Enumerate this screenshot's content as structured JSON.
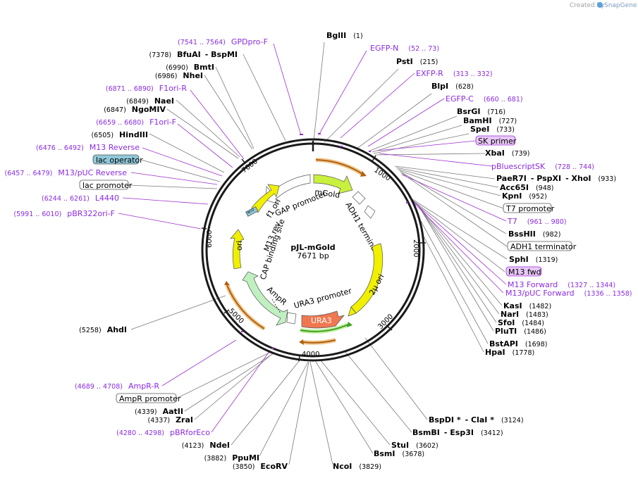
{
  "credit": {
    "created_by": "Created by",
    "brand": "SnapGene"
  },
  "plasmid": {
    "name": "pJL-mGold",
    "size": "7671 bp"
  },
  "ticks": [
    "1000",
    "2000",
    "3000",
    "4000",
    "5000",
    "6000",
    "7000"
  ],
  "features": {
    "mgold": "mGold",
    "gap_promoter": "GAP promoter",
    "adh1_terminator": "ADH1 terminator",
    "two_micron_ori": "2μ ori",
    "ura3_promoter": "URA3 promoter",
    "ura3": "URA3",
    "ampr": "AmpR",
    "ori": "ori",
    "cap_site": "CAP binding site",
    "m13_rev": "M13 rev",
    "f1_ori": "f1 ori",
    "lac_box": "lacO"
  },
  "right_labels": {
    "bglii": {
      "name": "BglII",
      "pos": "(1)"
    },
    "egfp_n": {
      "name": "EGFP-N",
      "pos": "(52 .. 73)"
    },
    "psti": {
      "name": "PstI",
      "pos": "(215)"
    },
    "exfp_r": {
      "name": "EXFP-R",
      "pos": "(313 .. 332)"
    },
    "blpi": {
      "name": "BlpI",
      "pos": "(628)"
    },
    "egfp_c": {
      "name": "EGFP-C",
      "pos": "(660 .. 681)"
    },
    "bsrgi": {
      "name": "BsrGI",
      "pos": "(716)"
    },
    "bamhi": {
      "name": "BamHI",
      "pos": "(727)"
    },
    "spei": {
      "name": "SpeI",
      "pos": "(733)"
    },
    "sk_primer": {
      "name": "SK primer"
    },
    "xbai": {
      "name": "XbaI",
      "pos": "(739)"
    },
    "pbluescriptsk": {
      "name": "pBluescriptSK",
      "pos": "(728 .. 744)"
    },
    "paer7i": {
      "name": "PaeR7I",
      "sep1": "- PspXI",
      "sep2": "- XhoI",
      "pos": "(933)"
    },
    "acc65i": {
      "name": "Acc65I",
      "pos": "(948)"
    },
    "kpni": {
      "name": "KpnI",
      "pos": "(952)"
    },
    "t7_promoter": {
      "name": "T7 promoter"
    },
    "t7": {
      "name": "T7",
      "pos": "(961 .. 980)"
    },
    "bsshii": {
      "name": "BssHII",
      "pos": "(982)"
    },
    "adh1_term_box": {
      "name": "ADH1 terminator"
    },
    "sphi": {
      "name": "SphI",
      "pos": "(1319)"
    },
    "m13_fwd": {
      "name": "M13 fwd"
    },
    "m13_forward": {
      "name": "M13 Forward",
      "pos": "(1327 .. 1344)"
    },
    "m13_puc_forward": {
      "name": "M13/pUC Forward",
      "pos": "(1336 .. 1358)"
    },
    "kasi": {
      "name": "KasI",
      "pos": "(1482)"
    },
    "nari": {
      "name": "NarI",
      "pos": "(1483)"
    },
    "sfoi": {
      "name": "SfoI",
      "pos": "(1484)"
    },
    "pluti": {
      "name": "PluTI",
      "pos": "(1486)"
    },
    "bstapi": {
      "name": "BstAPI",
      "pos": "(1698)"
    },
    "hpai": {
      "name": "HpaI",
      "pos": "(1778)"
    },
    "bspdi": {
      "name": "BspDI *",
      "sep": "- ClaI *",
      "pos": "(3124)"
    },
    "bsmbi": {
      "name": "BsmBI",
      "sep": "- Esp3I",
      "pos": "(3412)"
    },
    "stui": {
      "name": "StuI",
      "pos": "(3602)"
    },
    "bsmi": {
      "name": "BsmI",
      "pos": "(3678)"
    },
    "ncoi": {
      "name": "NcoI",
      "pos": "(3829)"
    }
  },
  "left_labels": {
    "gpdpro_f": {
      "name": "GPDpro-F",
      "pos": "(7541 .. 7564)"
    },
    "bfuai": {
      "name": "BfuAI",
      "sep": "- BspMI",
      "pos": "(7378)"
    },
    "bmti": {
      "name": "BmtI",
      "pos": "(6990)"
    },
    "nhei": {
      "name": "NheI",
      "pos": "(6986)"
    },
    "f1ori_r": {
      "name": "F1ori-R",
      "pos": "(6871 .. 6890)"
    },
    "naei": {
      "name": "NaeI",
      "pos": "(6849)"
    },
    "ngomiv": {
      "name": "NgoMIV",
      "pos": "(6847)"
    },
    "f1ori_f": {
      "name": "F1ori-F",
      "pos": "(6659 .. 6680)"
    },
    "hindiii": {
      "name": "HindIII",
      "pos": "(6505)"
    },
    "m13_reverse": {
      "name": "M13 Reverse",
      "pos": "(6476 .. 6492)"
    },
    "lac_operator": {
      "name": "lac operator"
    },
    "m13_puc_reverse": {
      "name": "M13/pUC Reverse",
      "pos": "(6457 .. 6479)"
    },
    "lac_promoter": {
      "name": "lac promoter"
    },
    "l4440": {
      "name": "L4440",
      "pos": "(6244 .. 6261)"
    },
    "pbr322ori_f": {
      "name": "pBR322ori-F",
      "pos": "(5991 .. 6010)"
    },
    "ahdi": {
      "name": "AhdI",
      "pos": "(5258)"
    },
    "ampr_r": {
      "name": "AmpR-R",
      "pos": "(4689 .. 4708)"
    },
    "ampr_promoter": {
      "name": "AmpR promoter"
    },
    "aatii": {
      "name": "AatII",
      "pos": "(4339)"
    },
    "zrai": {
      "name": "ZraI",
      "pos": "(4337)"
    },
    "pbrforeco": {
      "name": "pBRforEco",
      "pos": "(4280 .. 4298)"
    },
    "ndei": {
      "name": "NdeI",
      "pos": "(4123)"
    },
    "ppumi": {
      "name": "PpuMI",
      "pos": "(3882)"
    },
    "ecorv": {
      "name": "EcoRV",
      "pos": "(3850)"
    }
  },
  "colors": {
    "backbone": "#1a1a1a",
    "enzyme_line": "#7a7a7a",
    "primer": "#9b30d0",
    "mgold": "#c8f03c",
    "ura3": "#f07850",
    "ampr": "#c0f0c0",
    "ori": "#f0f000",
    "f1ori": "#f0f000",
    "primer_arrow": "#d07010",
    "sk_box": "#e8c8f8",
    "lac_operator_box": "#90c8d8"
  }
}
